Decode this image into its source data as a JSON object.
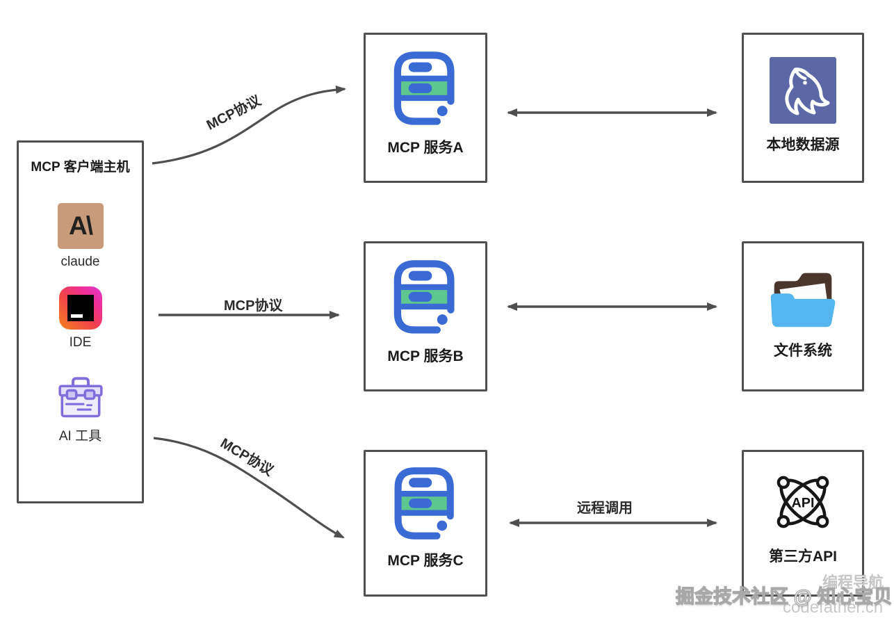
{
  "host": {
    "title": "MCP 客户端主机",
    "clients": [
      {
        "name": "claude",
        "icon": "claude-logo"
      },
      {
        "name": "IDE",
        "icon": "jetbrains-ide-logo"
      },
      {
        "name": "AI 工具",
        "icon": "toolbox-icon"
      }
    ],
    "claude_glyph": "A\\"
  },
  "servers": [
    {
      "name": "MCP 服务A",
      "icon": "server-icon"
    },
    {
      "name": "MCP 服务B",
      "icon": "server-icon"
    },
    {
      "name": "MCP 服务C",
      "icon": "server-icon"
    }
  ],
  "resources": [
    {
      "name": "本地数据源",
      "icon": "mysql-dolphin-icon"
    },
    {
      "name": "文件系统",
      "icon": "folder-icon"
    },
    {
      "name": "第三方API",
      "icon": "api-globe-icon",
      "icon_text": "API"
    }
  ],
  "edges": {
    "host_to_server_a": "MCP协议",
    "host_to_server_b": "MCP协议",
    "host_to_server_c": "MCP协议",
    "server_a_to_datasource": "",
    "server_b_to_filesystem": "",
    "server_c_to_api": "远程调用"
  },
  "watermarks": {
    "community": "掘金技术社区 @ 知心宝贝",
    "brand": "编程导航",
    "site": "codefather.cn"
  },
  "colors": {
    "server_blue": "#3a6bd5",
    "server_green": "#5ec78f",
    "mysql_bg": "#5c68a6",
    "folder_front": "#55b6ef",
    "folder_back": "#4b362d",
    "toolbox_purple": "#7e6fdd",
    "claude_bg": "#c89b7b",
    "arrow_gray": "#4f4f4f"
  }
}
